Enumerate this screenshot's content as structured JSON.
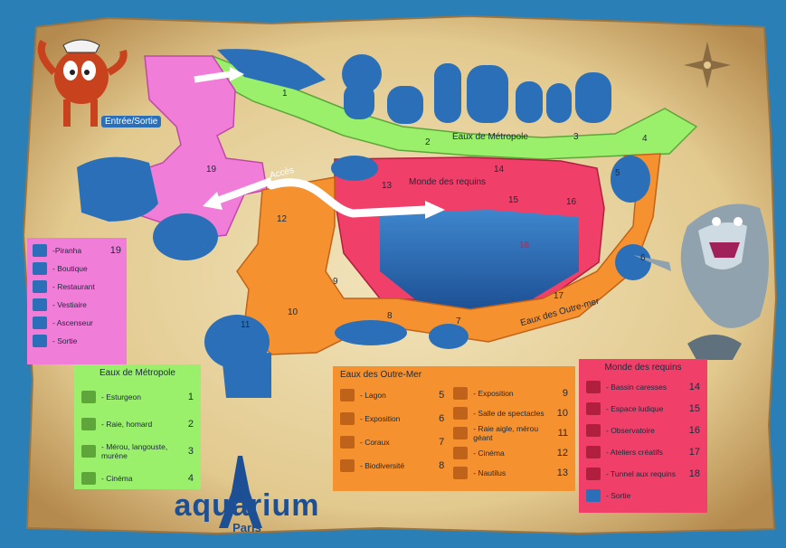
{
  "brand": {
    "logo_text": "aquarium",
    "logo_sub": "Paris"
  },
  "map_labels": {
    "entrance": "Entrée/Sortie",
    "access": "Accès",
    "metropole": "Eaux de Métropole",
    "requins": "Monde des requins",
    "outremer": "Eaux des Outre-mer"
  },
  "numbers": [
    "1",
    "2",
    "3",
    "4",
    "5",
    "6",
    "7",
    "8",
    "9",
    "10",
    "11",
    "12",
    "13",
    "14",
    "15",
    "16",
    "17",
    "18",
    "19"
  ],
  "legend_services": {
    "items": [
      {
        "label": "-Piranha",
        "num": "19",
        "icon": "fish-icon"
      },
      {
        "label": "- Boutique",
        "num": "",
        "icon": "shop-icon"
      },
      {
        "label": "- Restaurant",
        "num": "",
        "icon": "restaurant-icon"
      },
      {
        "label": "- Vestiaire",
        "num": "",
        "icon": "hanger-icon"
      },
      {
        "label": "- Ascenseur",
        "num": "",
        "icon": "elevator-icon"
      },
      {
        "label": "- Sortie",
        "num": "",
        "icon": "exit-icon"
      }
    ]
  },
  "legend_metropole": {
    "title": "Eaux de Métropole",
    "items": [
      {
        "label": "- Esturgeon",
        "num": "1"
      },
      {
        "label": "- Raie, homard",
        "num": "2"
      },
      {
        "label": "- Mérou, langouste, murène",
        "num": "3"
      },
      {
        "label": "- Cinéma",
        "num": "4"
      }
    ]
  },
  "legend_outremer": {
    "title": "Eaux des Outre-Mer",
    "left": [
      {
        "label": "- Lagon",
        "num": "5"
      },
      {
        "label": "- Exposition",
        "num": "6"
      },
      {
        "label": "- Coraux",
        "num": "7"
      },
      {
        "label": "- Biodiversité",
        "num": "8"
      }
    ],
    "right": [
      {
        "label": "- Exposition",
        "num": "9"
      },
      {
        "label": "- Salle de spectacles",
        "num": "10"
      },
      {
        "label": "- Raie aigle, mérou géant",
        "num": "11"
      },
      {
        "label": "- Cinéma",
        "num": "12"
      },
      {
        "label": "- Nautilus",
        "num": "13"
      }
    ]
  },
  "legend_requins": {
    "title": "Monde des requins",
    "items": [
      {
        "label": "- Bassin caresses",
        "num": "14"
      },
      {
        "label": "- Espace ludique",
        "num": "15"
      },
      {
        "label": "- Observatoire",
        "num": "16"
      },
      {
        "label": "- Ateliers créatifs",
        "num": "17"
      },
      {
        "label": "- Tunnel aux requins",
        "num": "18"
      },
      {
        "label": "- Sortie",
        "num": ""
      }
    ]
  },
  "colors": {
    "pink": "#f07ed8",
    "green": "#9af06a",
    "orange": "#f5912e",
    "red": "#f0406a",
    "blue": "#2b6fb8",
    "parchment": "#e8d5a3"
  }
}
